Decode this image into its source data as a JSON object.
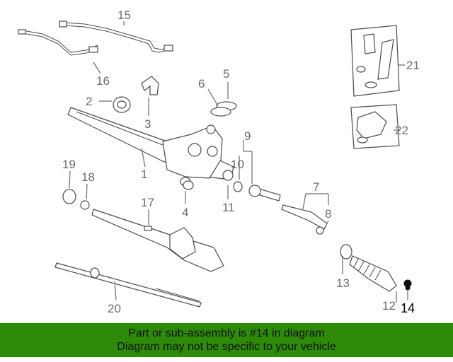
{
  "diagram": {
    "callouts": [
      "1",
      "2",
      "3",
      "4",
      "5",
      "6",
      "7",
      "8",
      "9",
      "10",
      "11",
      "12",
      "13",
      "14",
      "15",
      "16",
      "17",
      "18",
      "19",
      "20",
      "21",
      "22"
    ],
    "highlighted": "14"
  },
  "footer": {
    "line1": "Part or sub-assembly is #14 in diagram",
    "line2": "Diagram may not be specific to your vehicle"
  },
  "colors": {
    "footer_bg": "#2e8b0a",
    "line": "#6b6b6b",
    "part_stroke": "#4a4a4a"
  }
}
